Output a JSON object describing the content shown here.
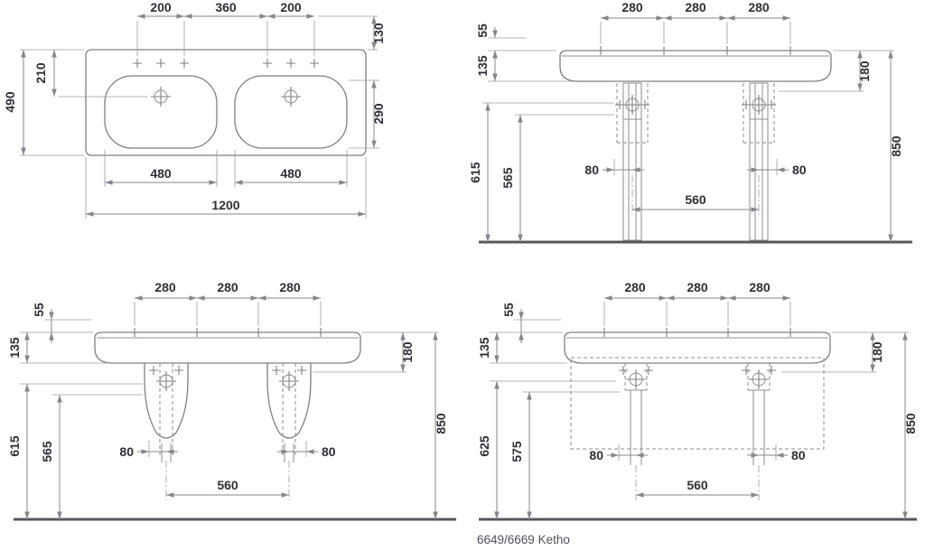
{
  "caption": "6649/6669 Ketho",
  "plan": {
    "tap_left": "200",
    "tap_center": "360",
    "tap_right": "200",
    "rear_edge": "130",
    "bowl_depth": "290",
    "overall_depth": "490",
    "tap_inset": "210",
    "bowl_left": "480",
    "bowl_right": "480",
    "overall_width": "1200"
  },
  "wall_drain": {
    "spacing": [
      "280",
      "280",
      "280"
    ],
    "rim": "55",
    "apron": "135",
    "upper_clearance": "615",
    "lower_clearance": "565",
    "outlet_drop": "180",
    "height": "850",
    "offset_left": "80",
    "offset_right": "80",
    "drain_centers": "560"
  },
  "siphon": {
    "spacing": [
      "280",
      "280",
      "280"
    ],
    "rim": "55",
    "apron": "135",
    "upper_clearance": "615",
    "lower_clearance": "565",
    "outlet_drop": "180",
    "height": "850",
    "offset_left": "80",
    "offset_right": "80",
    "drain_centers": "560"
  },
  "furniture": {
    "spacing": [
      "280",
      "280",
      "280"
    ],
    "rim": "55",
    "apron": "135",
    "upper_clearance": "625",
    "lower_clearance": "575",
    "outlet_drop": "180",
    "height": "850",
    "offset_left": "80",
    "offset_right": "80",
    "drain_centers": "560"
  }
}
